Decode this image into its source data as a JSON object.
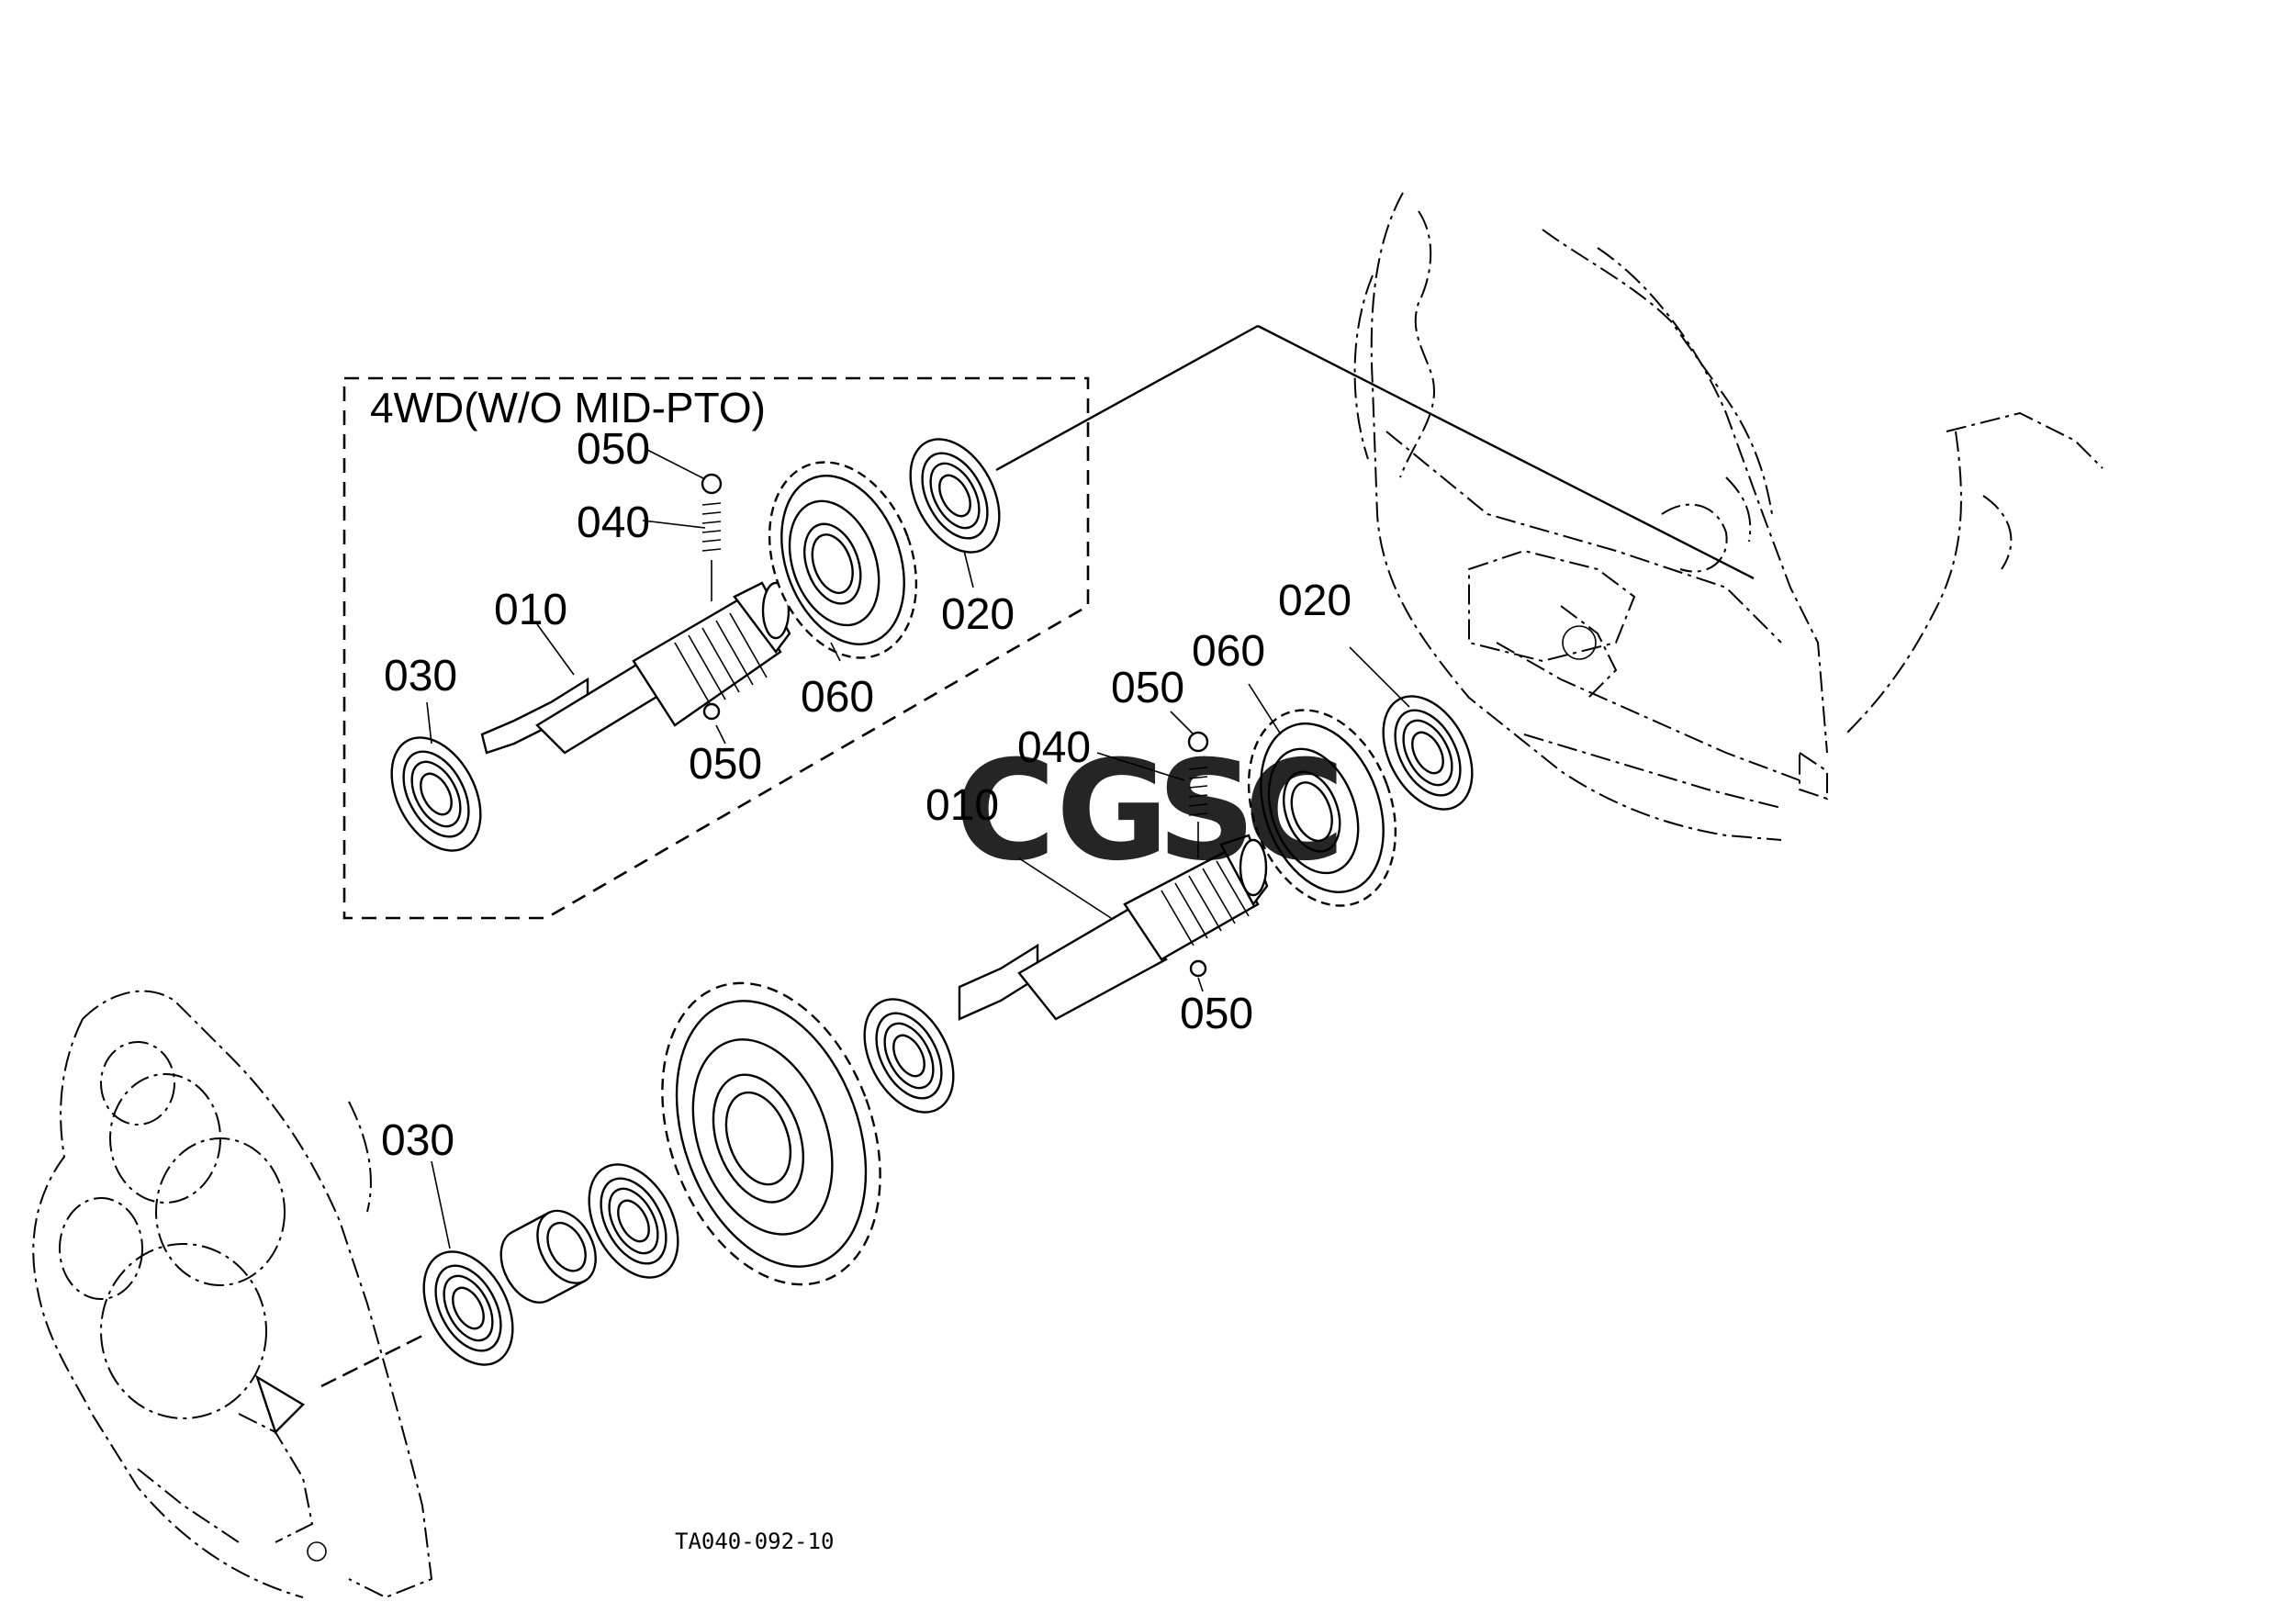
{
  "inset": {
    "title": "4WD(W/O MID-PTO)",
    "callouts": {
      "c050_top": "050",
      "c040": "040",
      "c010": "010",
      "c030": "030",
      "c050_bottom": "050",
      "c060": "060",
      "c020": "020"
    }
  },
  "main": {
    "callouts": {
      "c020": "020",
      "c060": "060",
      "c050_top": "050",
      "c040": "040",
      "c010": "010",
      "c050_bottom": "050",
      "c030": "030"
    }
  },
  "figure_code": "TA040-092-10",
  "watermark": {
    "letters": [
      "C",
      "G",
      "S",
      "C"
    ],
    "colors": [
      "#4f8bea",
      "#ee6f6a",
      "#f6cb4d",
      "#3ea56f"
    ]
  }
}
